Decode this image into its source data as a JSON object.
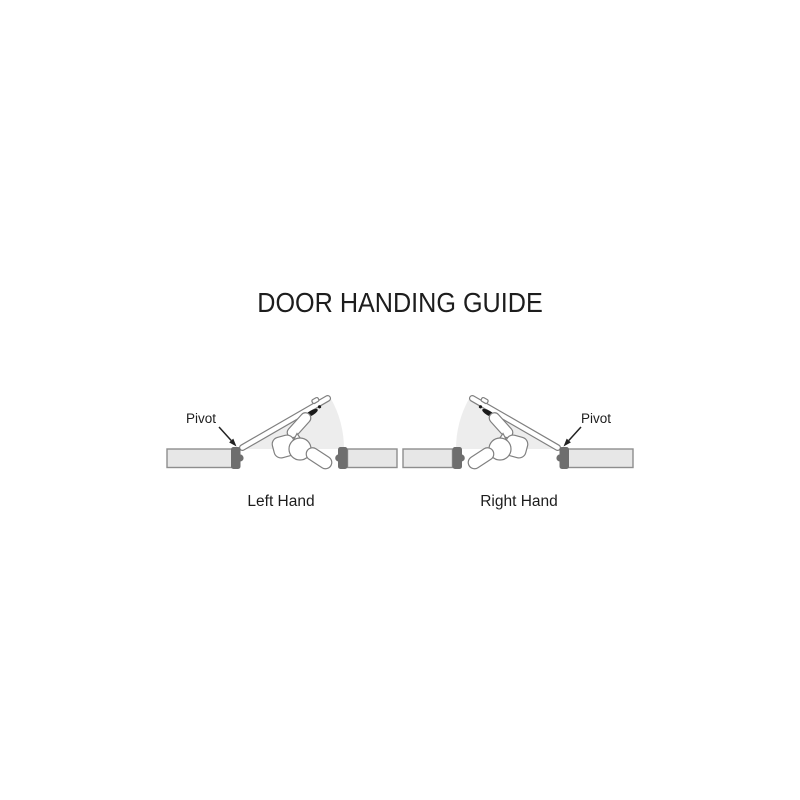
{
  "page": {
    "background": "#ffffff"
  },
  "title": "DOOR HANDING GUIDE",
  "diagram": {
    "left": {
      "pivot_label": "Pivot",
      "caption": "Left Hand"
    },
    "right": {
      "pivot_label": "Pivot",
      "caption": "Right Hand"
    },
    "colors": {
      "text": "#1d1d1d",
      "wall_fill": "#e7e7e7",
      "wall_stroke": "#8e8e8e",
      "jamb_fill": "#6e6e6e",
      "swing_fill": "#ededed",
      "outline": "#808080",
      "handle": "#1a1a1a",
      "arrow": "#222222"
    }
  }
}
